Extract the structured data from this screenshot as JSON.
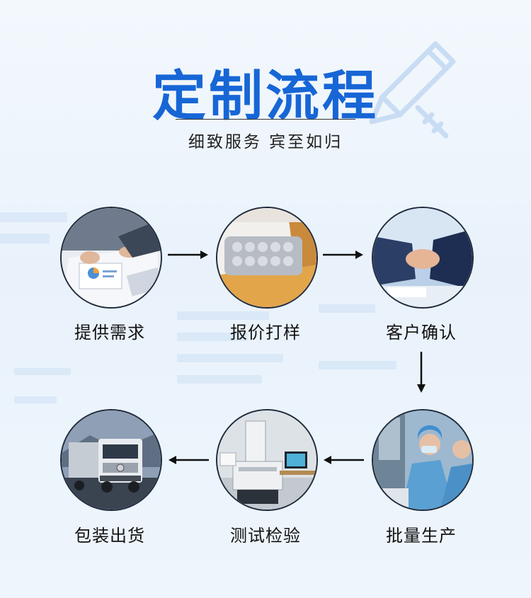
{
  "header": {
    "title": "定制流程",
    "subtitle": "细致服务 宾至如归"
  },
  "steps": [
    {
      "label": "提供需求",
      "icon": "business-meeting-photo"
    },
    {
      "label": "报价打样",
      "icon": "packaging-box-photo"
    },
    {
      "label": "客户确认",
      "icon": "handshake-photo"
    },
    {
      "label": "批量生产",
      "icon": "factory-workers-photo"
    },
    {
      "label": "测试检验",
      "icon": "inspection-machine-photo"
    },
    {
      "label": "包装出货",
      "icon": "delivery-truck-photo"
    }
  ],
  "colors": {
    "accent": "#1766d6",
    "text": "#111111",
    "arrow": "#111111"
  }
}
